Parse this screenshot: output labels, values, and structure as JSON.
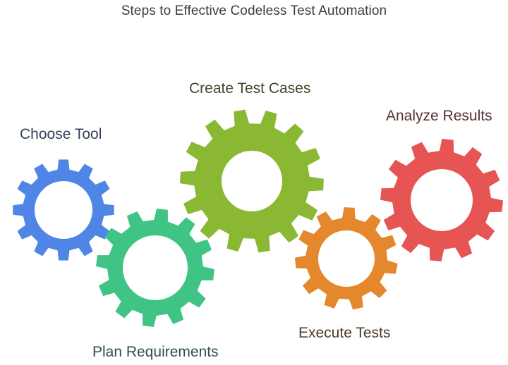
{
  "title": "Steps to Effective Codeless Test Automation",
  "steps": [
    {
      "label": "Choose Tool",
      "color": "#4f86e6",
      "icon": "gear-icon"
    },
    {
      "label": "Plan Requirements",
      "color": "#3fc486",
      "icon": "gear-icon"
    },
    {
      "label": "Create Test Cases",
      "color": "#8ab833",
      "icon": "gear-icon"
    },
    {
      "label": "Execute Tests",
      "color": "#e4872d",
      "icon": "gear-icon"
    },
    {
      "label": "Analyze Results",
      "color": "#e65454",
      "icon": "gear-icon"
    }
  ]
}
